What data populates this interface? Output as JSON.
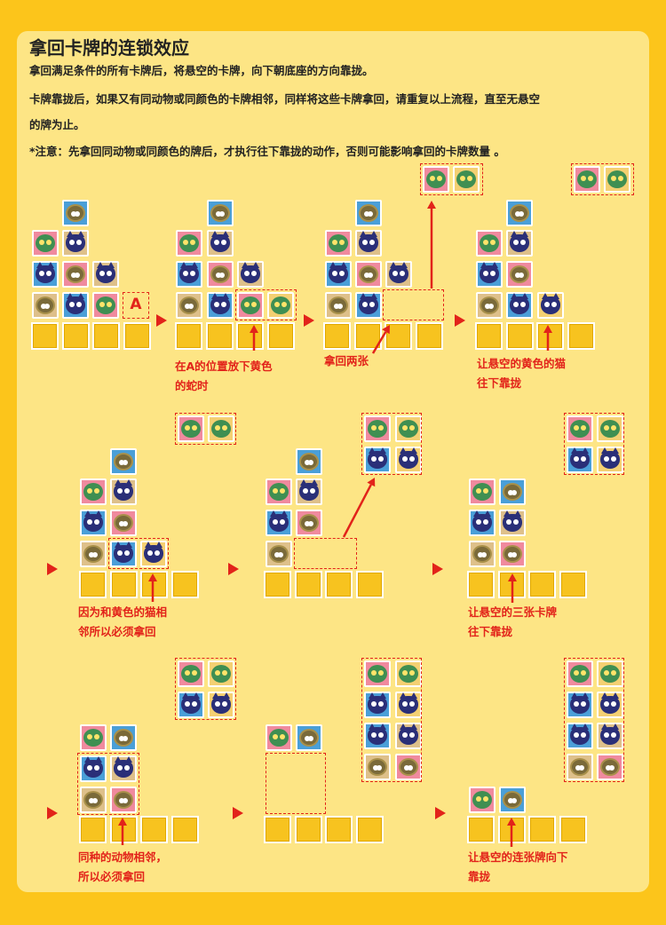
{
  "title": "拿回卡牌的连锁效应",
  "paragraphs": [
    "拿回满足条件的所有卡牌后，将悬空的卡牌，向下朝底座的方向靠拢。",
    "卡牌靠拢后，如果又有同动物或同颜色的卡牌相邻，同样将这些卡牌拿回，请重复以上流程，直至无悬空",
    "的牌为止。",
    "*注意：先拿回同动物或同颜色的牌后，才执行往下靠拢的动作，否则可能影响拿回的卡牌数量 。"
  ],
  "a_label": "A",
  "annotations": {
    "n1": [
      "在A的位置放下黄色",
      "的蛇时"
    ],
    "n2": [
      "拿回两张"
    ],
    "n3": [
      "让悬空的黄色的猫",
      "往下靠拢"
    ],
    "n4": [
      "因为和黄色的猫相",
      "邻所以必须拿回"
    ],
    "n5": [
      "让悬空的三张卡牌",
      "往下靠拢"
    ],
    "n6": [
      "同种的动物相邻，",
      "所以必须拿回"
    ],
    "n7": [
      "让悬空的连张牌向下",
      "靠拢"
    ]
  },
  "colors": {
    "background": "#fcc51b",
    "card": "#fde585",
    "accent_red": "#e2231a",
    "tile_blue": "#4a9fd8",
    "tile_pink": "#f08a9e",
    "tile_yellow": "#f4d072",
    "tile_beige": "#dec08a",
    "slot": "#f7c31f"
  },
  "icons": {
    "cat": "cat-icon",
    "snake": "snake-icon",
    "owl": "owl-icon"
  }
}
